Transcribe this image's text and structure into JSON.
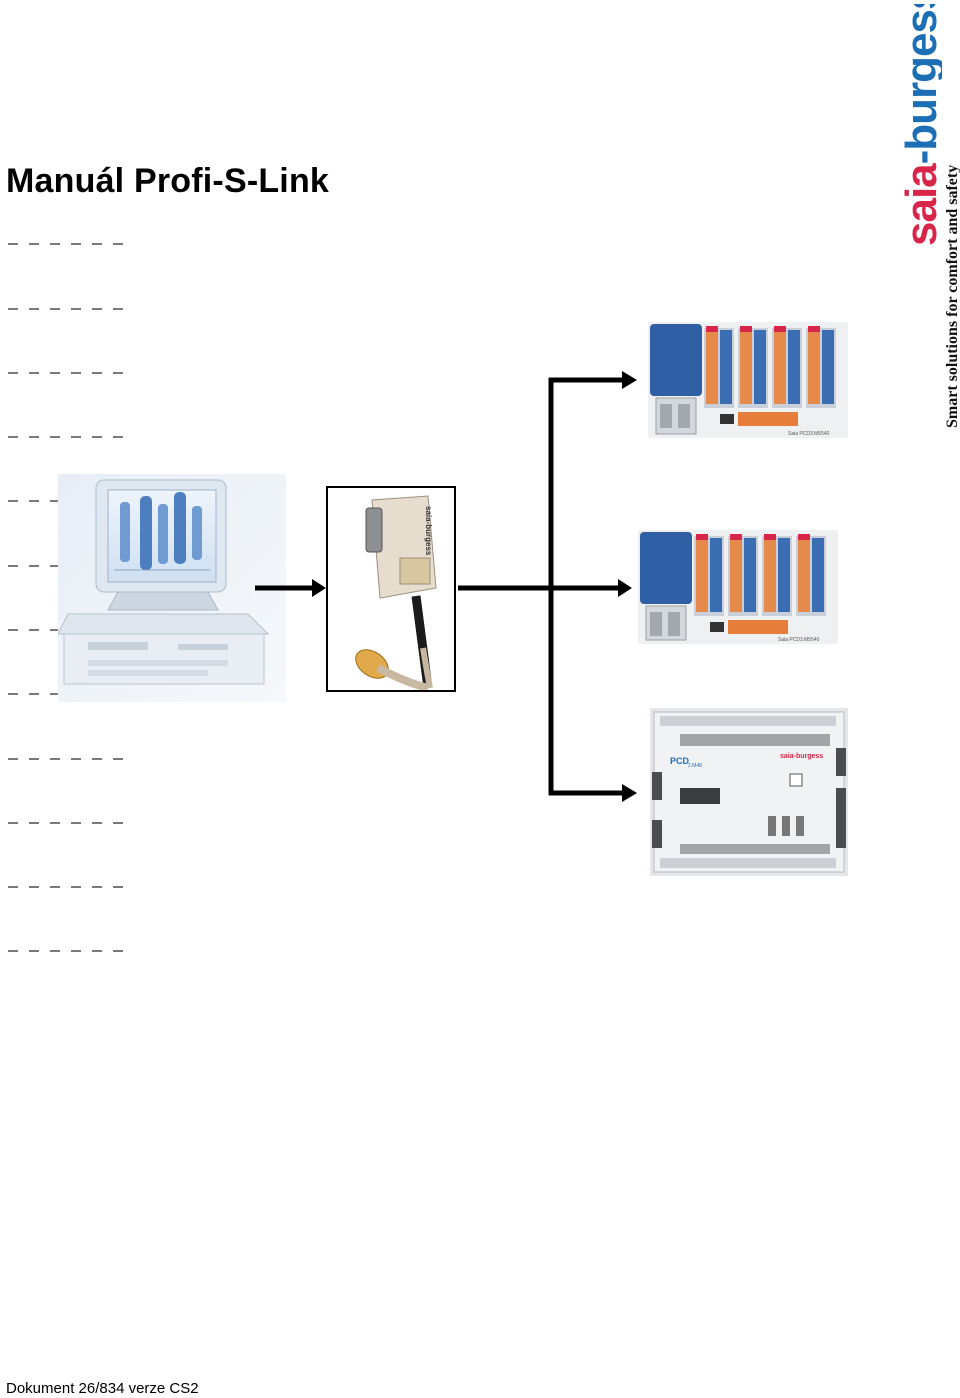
{
  "header": {
    "title": "Manuál Profi-S-Link"
  },
  "brand": {
    "logo_text": "saia-burgess",
    "slogan": "Smart solutions for comfort and safety",
    "colors": {
      "saia": "#d8264a",
      "burgess": "#1d6fb5"
    }
  },
  "diagram": {
    "nodes": [
      {
        "id": "pc",
        "icon": "desktop-computer-icon"
      },
      {
        "id": "adapter",
        "icon": "profi-s-link-adapter-icon"
      },
      {
        "id": "plc-1",
        "icon": "pcd3-plc-icon"
      },
      {
        "id": "plc-2",
        "icon": "pcd3-plc-icon"
      },
      {
        "id": "plc-3",
        "icon": "pcd2-plc-icon"
      }
    ],
    "device_labels": {
      "adapter_brand": "saia-burgess",
      "plc_small_label": "Saia PCD3.M5540",
      "pcd_model": "PCD",
      "pcd_sub": "2.M48"
    }
  },
  "footer": {
    "text": "Dokument 26/834   verze CS2"
  }
}
